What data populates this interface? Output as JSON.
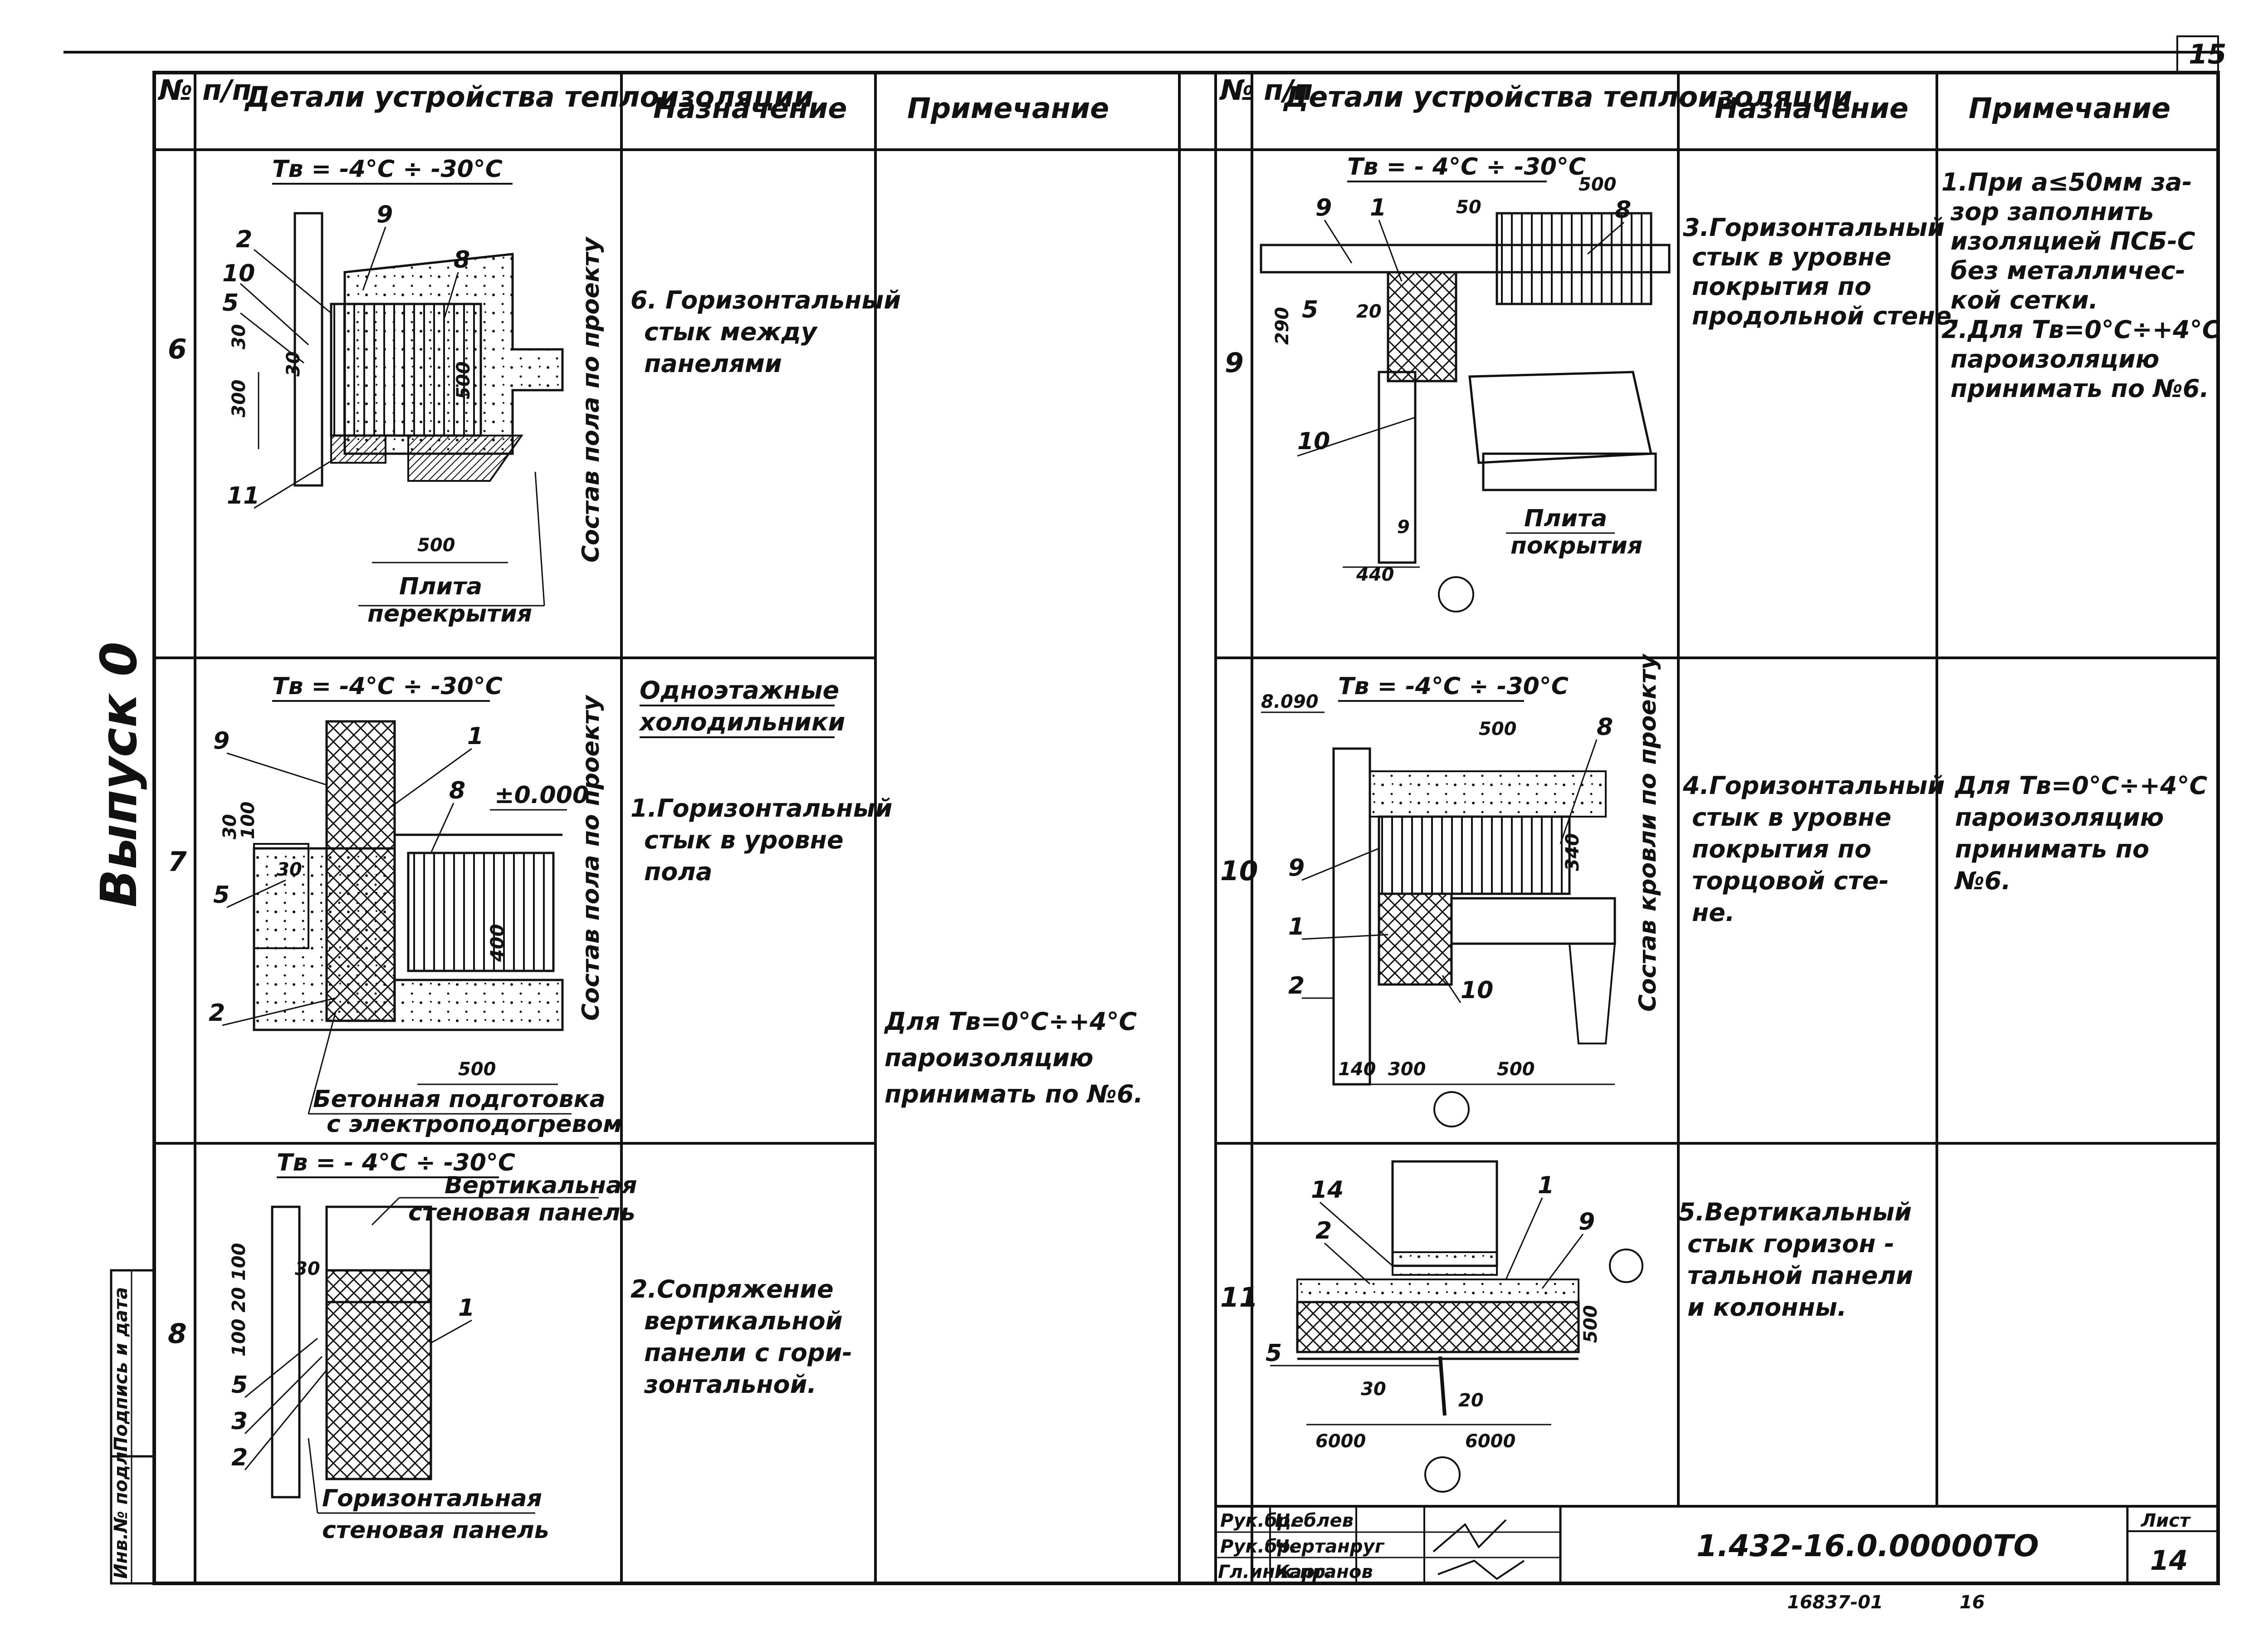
{
  "sheet": {
    "top_right_number": "15",
    "side_issue": "Выпуск 0",
    "side_stamp_cells": [
      "Инв.№ подл.",
      "Подпись и дата"
    ]
  },
  "table_left": {
    "headers": [
      "№ п/п",
      "Детали устройства теплоизоляции",
      "Назначение",
      "Примечание"
    ],
    "rows": [
      {
        "no": "6",
        "temp": "Тв = -4°С ÷ -30°С",
        "purpose": "6. Горизонтальный стык между панелями",
        "note": ""
      },
      {
        "no": "7",
        "temp": "Тв = -4°С ÷ -30°С",
        "section": "Одноэтажные холодильники",
        "purpose": "1.Горизонтальный стык в уровне пола",
        "note": ""
      },
      {
        "no": "8",
        "temp": "Тв = - 4°С ÷ -30°С",
        "purpose": "2.Сопряжение вертикальной панели с горизонтальной.",
        "note": ""
      }
    ],
    "merged_note": "Для Тв=0°С÷+4°С пароизоляцию принимать по №6."
  },
  "table_right": {
    "headers": [
      "№ п/п",
      "Детали устройства теплоизоляции",
      "Назначение",
      "Примечание"
    ],
    "rows": [
      {
        "no": "9",
        "temp": "Тв = - 4°С ÷ -30°С",
        "purpose": "3.Горизонтальный стык в уровне покрытия по продольной стене.",
        "note": "1.При а≤50мм зазор заполнить изоляцией ПСБ-С без металлической сетки. 2.Для Тв=0°С÷+4°С пароизоляцию принимать по №6."
      },
      {
        "no": "10",
        "temp": "Тв = -4°С ÷ -30°С",
        "purpose": "4.Горизонтальный стык в уровне покрытия по торцовой стене.",
        "note": "Для Тв=0°С÷+4°С пароизоляцию принимать по №6."
      },
      {
        "no": "11",
        "temp": "",
        "purpose": "5.Вертикальный стык горизонтальной панели и колонны.",
        "note": ""
      }
    ]
  },
  "drawings": {
    "d6": {
      "labels": [
        "2",
        "9",
        "8",
        "10",
        "5",
        "11"
      ],
      "dims": [
        "30",
        "30",
        "300",
        "500",
        "500"
      ],
      "floor": "Состав пола по проекту",
      "slab": "Плита перекрытия"
    },
    "d7": {
      "labels": [
        "9",
        "1",
        "8",
        "5",
        "2"
      ],
      "mark": "±0.000",
      "dims": [
        "30",
        "30",
        "100",
        "400",
        "500"
      ],
      "floor": "Состав пола по проекту",
      "base": "Бетонная подготовка с электроподогревом"
    },
    "d8": {
      "labels": [
        "1",
        "5",
        "3",
        "2"
      ],
      "dims": [
        "30",
        "100 20 100"
      ],
      "vpanel": "Вертикальная стеновая панель",
      "hpanel": "Горизонтальная стеновая панель"
    },
    "d9": {
      "labels": [
        "9",
        "1",
        "8",
        "5",
        "10"
      ],
      "dims": [
        "50",
        "500",
        "290",
        "20",
        "9",
        "440"
      ],
      "slab": "Плита покрытия"
    },
    "d10": {
      "labels": [
        "8",
        "9",
        "1",
        "2",
        "10"
      ],
      "mark": "8.090",
      "dims": [
        "500",
        "340",
        "140",
        "300",
        "500"
      ],
      "roof": "Состав кровли по проекту"
    },
    "d11": {
      "labels": [
        "14",
        "1",
        "2",
        "9",
        "5"
      ],
      "dims": [
        "30",
        "20",
        "6000",
        "6000",
        "500"
      ]
    }
  },
  "title_block": {
    "roles": [
      "Рук.бр.",
      "Рук.бр.",
      "Гл.инж.пр."
    ],
    "names": [
      "Цеблев",
      "Чертанруг",
      "Карганов"
    ],
    "code": "1.432-16.0.00000ТО",
    "sheet_label": "Лист",
    "sheet_no": "14",
    "bottom_code": "16837-01",
    "bottom_num": "16"
  }
}
